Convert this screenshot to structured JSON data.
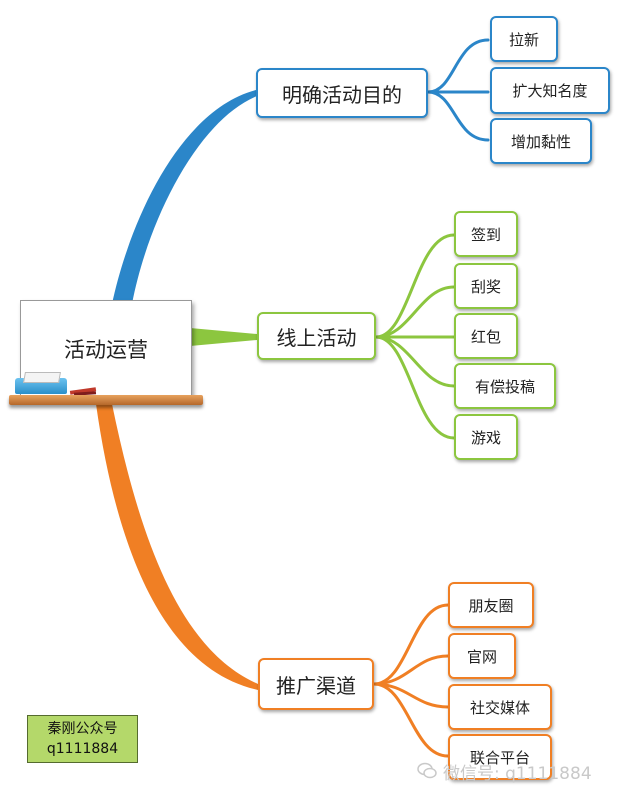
{
  "root": {
    "label": "活动运营"
  },
  "branches": [
    {
      "label": "明确活动目的",
      "color": "#2b86c9",
      "children": [
        "拉新",
        "扩大知名度",
        "增加黏性"
      ]
    },
    {
      "label": "线上活动",
      "color": "#8cc63f",
      "children": [
        "签到",
        "刮奖",
        "红包",
        "有偿投稿",
        "游戏"
      ]
    },
    {
      "label": "推广渠道",
      "color": "#f07f24",
      "children": [
        "朋友圈",
        "官网",
        "社交媒体",
        "联合平台"
      ]
    }
  ],
  "stamp": {
    "line1": "秦刚公众号",
    "line2": "q1111884"
  },
  "watermark": {
    "text": "微信号: q1111884",
    "icon": "wechat-icon"
  }
}
